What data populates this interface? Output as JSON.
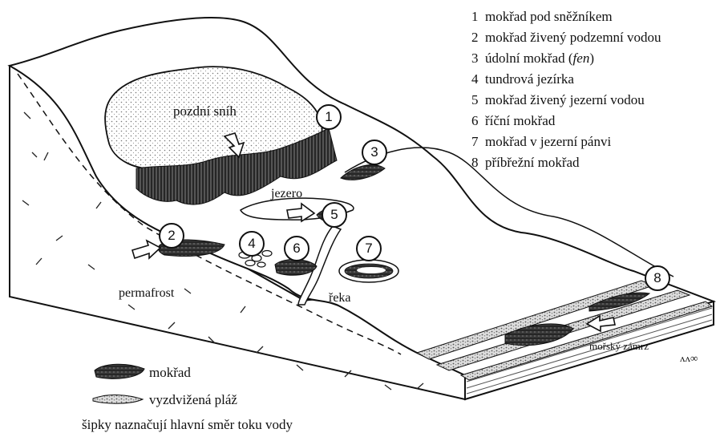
{
  "legend": {
    "items": [
      {
        "num": "1",
        "text": "mokřad pod sněžníkem"
      },
      {
        "num": "2",
        "text": "mokřad živený podzemní vodou"
      },
      {
        "num": "3",
        "text": "údolní mokřad (",
        "italic": "fen",
        "after": ")"
      },
      {
        "num": "4",
        "text": "tundrová jezírka"
      },
      {
        "num": "5",
        "text": "mokřad živený jezerní vodou"
      },
      {
        "num": "6",
        "text": "říční mokřad"
      },
      {
        "num": "7",
        "text": "mokřad v jezerní pánvi"
      },
      {
        "num": "8",
        "text": "příbřežní mokřad"
      }
    ]
  },
  "labels": {
    "late_snow": "pozdní sníh",
    "lake": "jezero",
    "permafrost": "permafrost",
    "river": "řeka",
    "sea_ice": "mořský zámrz",
    "signature": "ᴧᴧ∞"
  },
  "markers": [
    "1",
    "2",
    "3",
    "4",
    "5",
    "6",
    "7",
    "8"
  ],
  "key": {
    "wetland": "mokřad",
    "beach": "vyzdvižená pláž",
    "arrows_note": "šipky naznačují hlavní směr toku vody"
  },
  "colors": {
    "ink": "#111111",
    "hatch": "#2a2a2a",
    "snow": "#f4f4f4",
    "paper": "#ffffff"
  }
}
